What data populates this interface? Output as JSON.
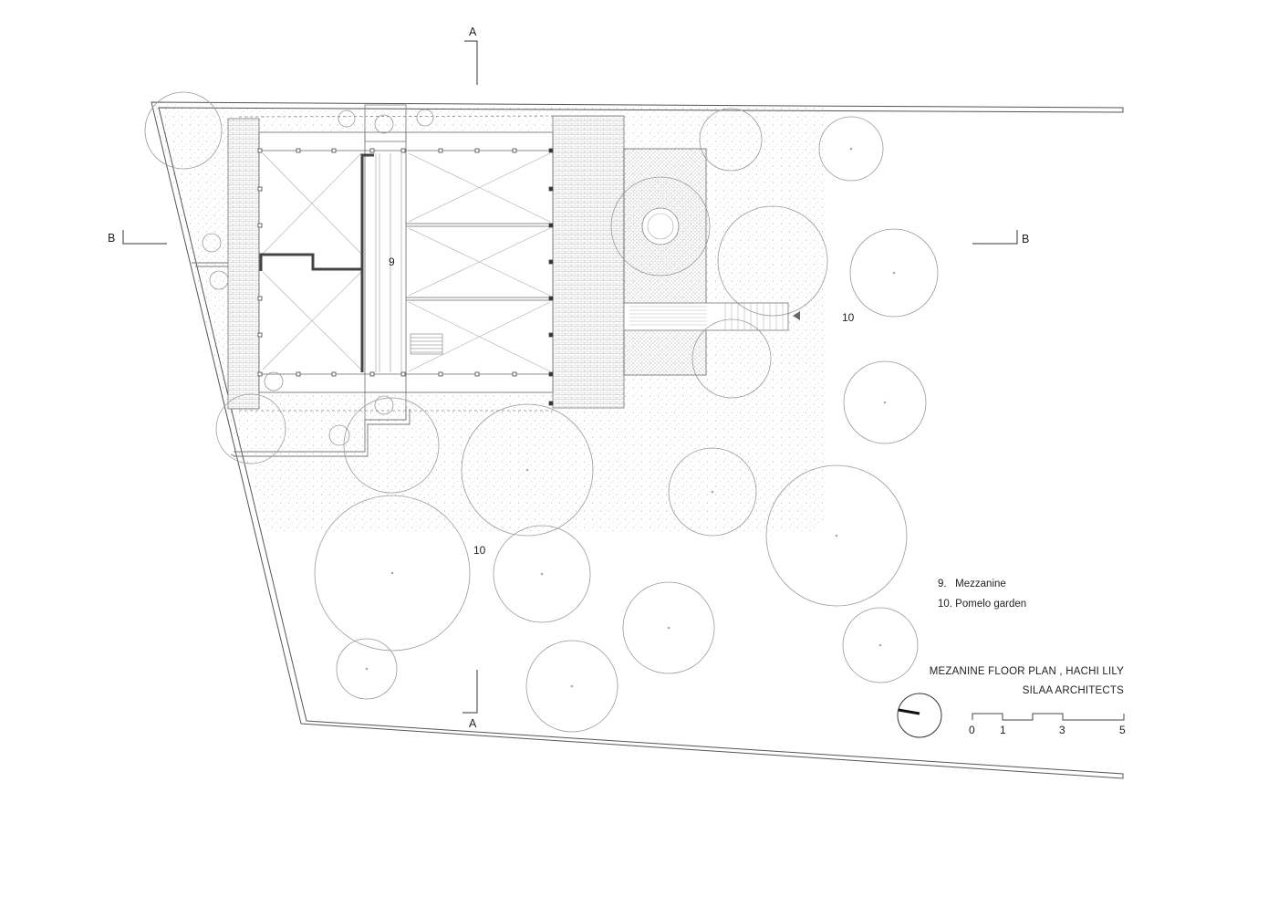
{
  "section_marks": {
    "a_top": "A",
    "a_bottom": "A",
    "b_left": "B",
    "b_right": "B"
  },
  "room_numbers": {
    "mezzanine": "9",
    "garden_east": "10",
    "garden_south": "10"
  },
  "legend": [
    "9.   Mezzanine",
    "10. Pomelo garden"
  ],
  "title": {
    "line1": "MEZANINE FLOOR PLAN , HACHI LILY",
    "line2": "SILAA ARCHITECTS"
  },
  "scale_bar": {
    "labels": [
      "0",
      "1",
      "3",
      "5"
    ]
  },
  "icons": {
    "north": "north-arrow-icon",
    "entrance": "entrance-arrow-icon"
  }
}
